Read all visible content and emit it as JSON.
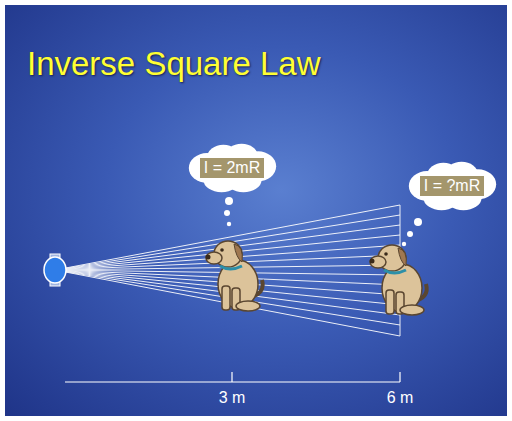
{
  "diagram": {
    "title": "Inverse Square Law",
    "nodes": [
      {
        "text": [
          "I = 2mR"
        ]
      },
      {
        "text": [
          "I = ?mR"
        ]
      }
    ],
    "labels": [
      "3 m",
      "6 m"
    ]
  }
}
